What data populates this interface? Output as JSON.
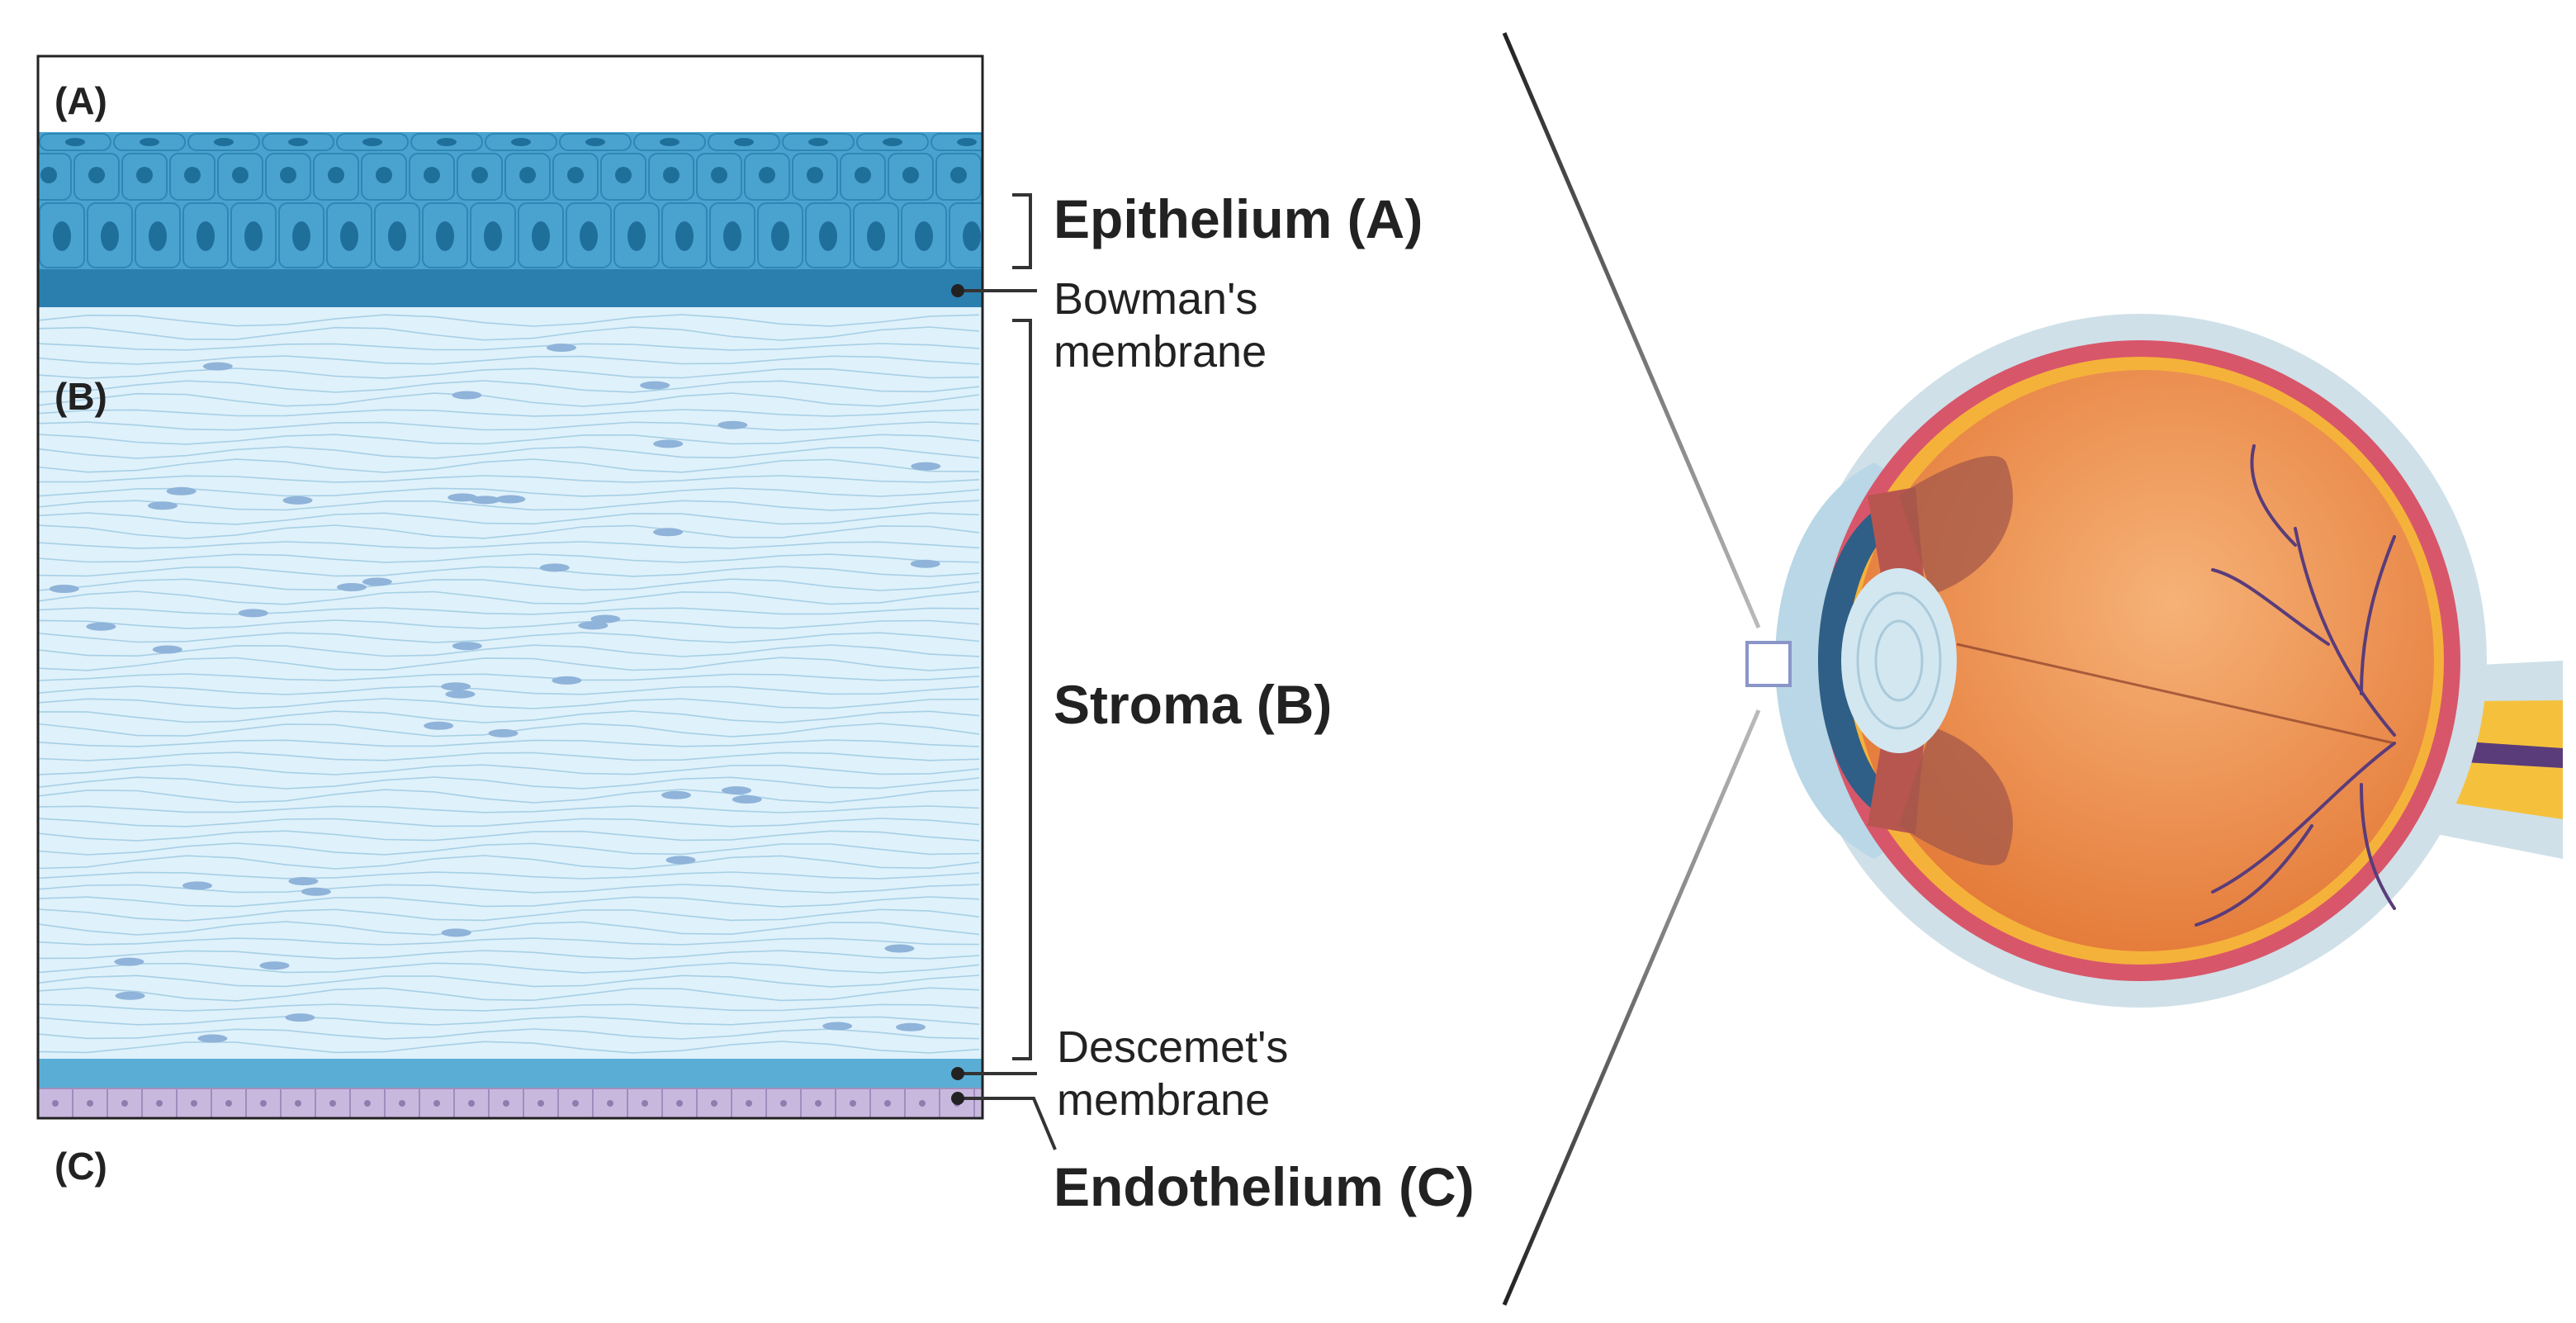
{
  "panel_labels": {
    "a": "(A)",
    "b": "(B)",
    "c": "(C)"
  },
  "labels": {
    "epithelium": "Epithelium (A)",
    "bowman_line1": "Bowman's",
    "bowman_line2": "membrane",
    "stroma": "Stroma (B)",
    "descemet_line1": "Descemet's",
    "descemet_line2": "membrane",
    "endothelium": "Endothelium (C)"
  },
  "colors": {
    "epithelium": "#4aa3cf",
    "epithelium_nucleus": "#1f6f9b",
    "bowman": "#2a7fae",
    "stroma": "#dff1fa",
    "stroma_fiber": "#a6cfe6",
    "keratocyte": "#8fb3d9",
    "descemet": "#5aaed6",
    "endothelium": "#c9b8de",
    "sclera": "#cfe0e8",
    "choroid": "#d8566a",
    "retina": "#f5b23a",
    "vitreous": "#e9823a",
    "lens": "#d3e7f1",
    "cornea": "#b9d7e6",
    "iris": "#b7564f",
    "optic_nerve": "#f5c13d",
    "vessel": "#5a3c7a"
  },
  "icons": [
    "eye-cross-section-illustration",
    "zoom-indicator-square"
  ]
}
